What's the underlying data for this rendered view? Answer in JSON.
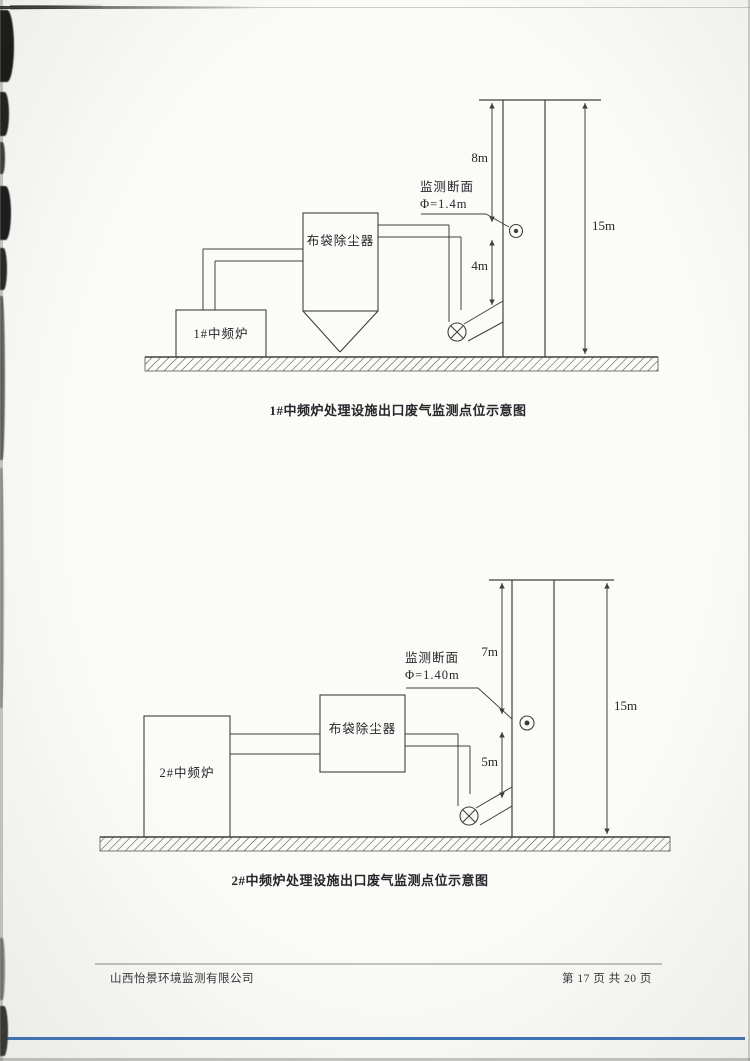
{
  "footer": {
    "company": "山西怡景环境监测有限公司",
    "page_info": "第 17 页 共 20 页"
  },
  "colors": {
    "bottom_rule": "#3a72b8",
    "line": "#3f3f3c"
  },
  "icons": {
    "fan": "circle-with-x",
    "monitoring_point": "circle-with-dot"
  },
  "diagrams": [
    {
      "caption": "1#中频炉处理设施出口废气监测点位示意图",
      "furnace": "1#中频炉",
      "dust_collector": "布袋除尘器",
      "section_line1": "监测断面",
      "section_line2": "Φ=1.4m",
      "dim_upper": "8m",
      "dim_lower": "4m",
      "dim_total": "15m"
    },
    {
      "caption": "2#中频炉处理设施出口废气监测点位示意图",
      "furnace": "2#中频炉",
      "dust_collector": "布袋除尘器",
      "section_line1": "监测断面",
      "section_line2": "Φ=1.40m",
      "dim_upper": "7m",
      "dim_lower": "5m",
      "dim_total": "15m"
    }
  ]
}
